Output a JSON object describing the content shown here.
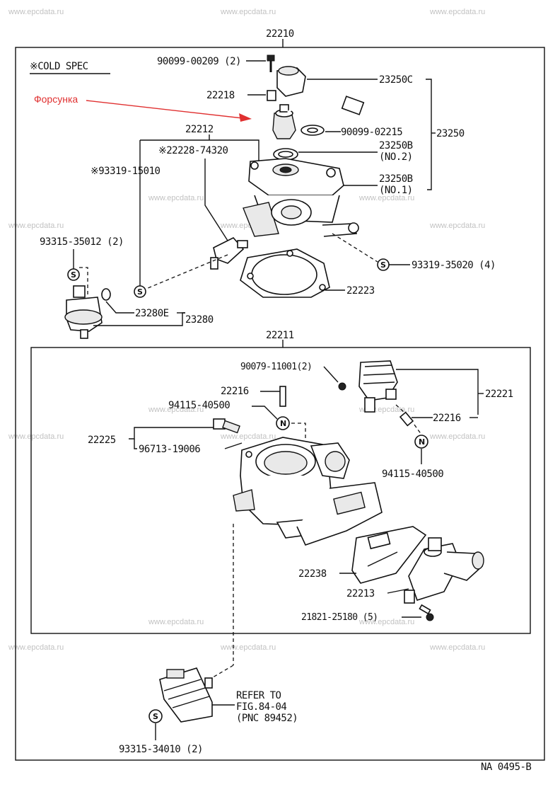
{
  "watermark": "www.epcdata.ru",
  "annotation": {
    "text": "Форсунка",
    "color": "#e03030"
  },
  "cold_spec": "※COLD SPEC",
  "diagram_code": "NA 0495-B",
  "labels": {
    "a22210": "22210",
    "a90099_00209": "90099-00209 (2)",
    "a23250c": "23250C",
    "a22218": "22218",
    "a90099_02215": "90099-02215",
    "a23250": "23250",
    "a22212": "22212",
    "a22228": "※22228-74320",
    "a93319_15010": "※93319-15010",
    "a23250b2": "23250B",
    "a23250b2_no": "(NO.2)",
    "a23250b1": "23250B",
    "a23250b1_no": "(NO.1)",
    "a93315_35012": "93315-35012 (2)",
    "a93319_35020": "93319-35020 (4)",
    "a22223": "22223",
    "a23280e": "23280E",
    "a23280": "23280",
    "a22211": "22211",
    "a90079": "90079-11001(2)",
    "a22216_top": "22216",
    "a94115_left": "94115-40500",
    "a22221": "22221",
    "a22216_right": "22216",
    "a22225": "22225",
    "a96713": "96713-19006",
    "a94115_right": "94115-40500",
    "a22238": "22238",
    "a22213": "22213",
    "a21821": "21821-25180 (5)",
    "refer1": "REFER TO",
    "refer2": "FIG.84-04",
    "refer3": "(PNC 89452)",
    "a93315_34010": "93315-34010 (2)"
  },
  "symbols": {
    "s": "S",
    "n": "N"
  }
}
